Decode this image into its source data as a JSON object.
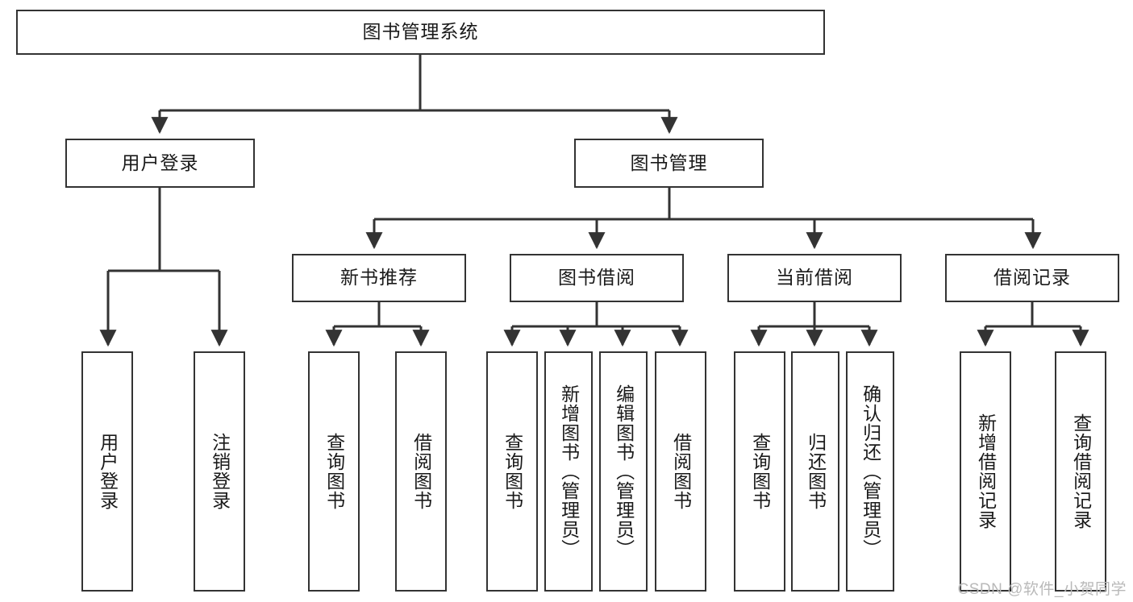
{
  "diagram": {
    "title_node": {
      "label": "图书管理系统"
    },
    "level2": [
      {
        "id": "user-login",
        "label": "用户登录"
      },
      {
        "id": "book-manage",
        "label": "图书管理"
      }
    ],
    "level3": [
      {
        "id": "new-book-rec",
        "label": "新书推荐"
      },
      {
        "id": "book-borrow",
        "label": "图书借阅"
      },
      {
        "id": "current-borrow",
        "label": "当前借阅"
      },
      {
        "id": "borrow-record",
        "label": "借阅记录"
      }
    ],
    "leaves": [
      {
        "id": "leaf-user-login",
        "label": "用户登录"
      },
      {
        "id": "leaf-logout",
        "label": "注销登录"
      },
      {
        "id": "leaf-query-book-1",
        "label": "查询图书"
      },
      {
        "id": "leaf-borrow-book-1",
        "label": "借阅图书"
      },
      {
        "id": "leaf-query-book-2",
        "label": "查询图书"
      },
      {
        "id": "leaf-add-book",
        "label": "新增图书（管理员）"
      },
      {
        "id": "leaf-edit-book",
        "label": "编辑图书（管理员）"
      },
      {
        "id": "leaf-borrow-book-2",
        "label": "借阅图书"
      },
      {
        "id": "leaf-query-book-3",
        "label": "查询图书"
      },
      {
        "id": "leaf-return-book",
        "label": "归还图书"
      },
      {
        "id": "leaf-confirm-return",
        "label": "确认归还（管理员）"
      },
      {
        "id": "leaf-add-record",
        "label": "新增借阅记录"
      },
      {
        "id": "leaf-query-record",
        "label": "查询借阅记录"
      }
    ],
    "watermark": "CSDN @软件_小贺同学",
    "colors": {
      "stroke": "#333333",
      "fill": "#ffffff",
      "text": "#1a1a1a",
      "watermark": "#b9b9b9"
    }
  }
}
